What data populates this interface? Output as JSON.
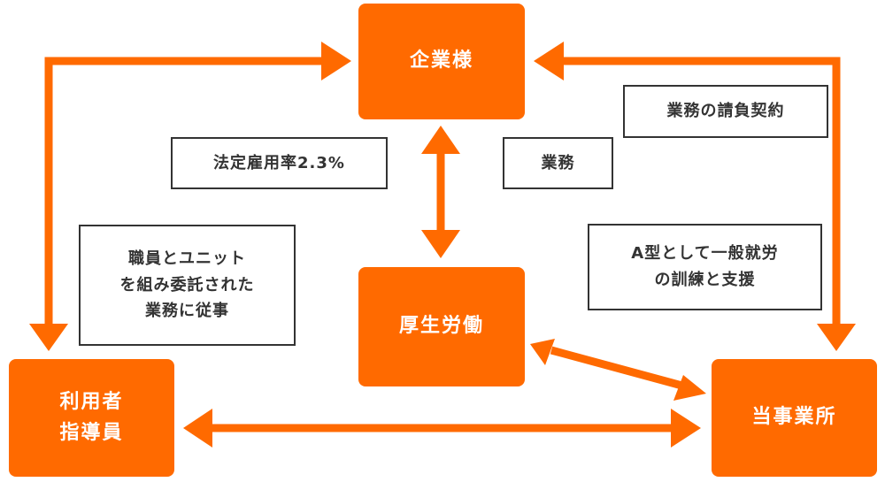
{
  "colors": {
    "accent": "#ff6a00",
    "label_border": "#333333",
    "label_text": "#333333"
  },
  "nodes": {
    "client_company": "企業様",
    "labor_ministry": "厚生労働",
    "facility_staff": [
      "利用者",
      "指導員"
    ],
    "our_office": "当事業所"
  },
  "labels": {
    "legal_rate": "法定雇用率2.3%",
    "business": "業務",
    "contract": "業務の請負契約",
    "staff_work": [
      "職員とユニット",
      "を組み委託された",
      "業務に従事"
    ],
    "training": [
      "A型として一般就労",
      "の訓練と支援"
    ]
  }
}
